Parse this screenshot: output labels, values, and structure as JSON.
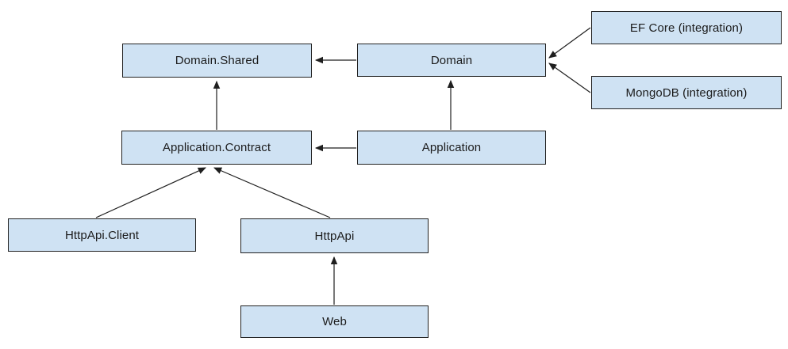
{
  "diagram": {
    "nodes": {
      "domain_shared": {
        "label": "Domain.Shared"
      },
      "domain": {
        "label": "Domain"
      },
      "ef_core": {
        "label": "EF Core (integration)"
      },
      "mongodb": {
        "label": "MongoDB (integration)"
      },
      "application_contract": {
        "label": "Application.Contract"
      },
      "application": {
        "label": "Application"
      },
      "httpapi_client": {
        "label": "HttpApi.Client"
      },
      "httpapi": {
        "label": "HttpApi"
      },
      "web": {
        "label": "Web"
      }
    },
    "edges": [
      {
        "from": "Domain",
        "to": "Domain.Shared"
      },
      {
        "from": "Application",
        "to": "Application.Contract"
      },
      {
        "from": "Application.Contract",
        "to": "Domain.Shared"
      },
      {
        "from": "Application",
        "to": "Domain"
      },
      {
        "from": "EF Core (integration)",
        "to": "Domain"
      },
      {
        "from": "MongoDB (integration)",
        "to": "Domain"
      },
      {
        "from": "HttpApi.Client",
        "to": "Application.Contract"
      },
      {
        "from": "HttpApi",
        "to": "Application.Contract"
      },
      {
        "from": "Web",
        "to": "HttpApi"
      }
    ],
    "colors": {
      "node_fill": "#cfe2f3",
      "node_border": "#222222",
      "arrow": "#1f1f1f",
      "text": "#1b1b1b",
      "background": "#ffffff"
    }
  }
}
